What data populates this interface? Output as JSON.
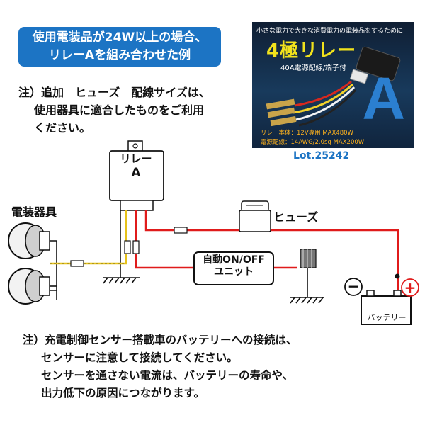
{
  "banner": {
    "line1": "使用電装品が24W以上の場合、",
    "line2": "リレーAを組み合わせた例"
  },
  "note_top": {
    "line1": "注）追加　ヒューズ　配線サイズは、",
    "line2": "使用器具に適合したものをご利用",
    "line3": "ください。"
  },
  "product": {
    "tagline": "小さな電力で大きな消費電力の電装品をするために",
    "title": "4極リレー",
    "subtitle": "40A電源配線/端子付",
    "big_letter": "A",
    "spec1": "リレー本体：12V専用 MAX480W",
    "spec2": "電源配線：14AWG/2.0sq MAX200W",
    "lot": "Lot.25242"
  },
  "diagram": {
    "device_label": "電装器具",
    "relay_label_line1": "リレー",
    "relay_label_line2": "A",
    "fuse_label": "ヒューズ",
    "unit_line1": "自動ON/OFF",
    "unit_line2": "ユニット",
    "battery_label": "バッテリー",
    "minus_symbol": "−",
    "plus_symbol": "+"
  },
  "note_bottom": {
    "line1": "注）充電制御センサー搭載車のバッテリーへの接続は、",
    "line2": "センサーに注意して接続してください。",
    "line3": "センサーを通さない電流は、バッテリーの寿命や、",
    "line4": "出力低下の原因につながります。"
  },
  "colors": {
    "banner_bg": "#1c74c4",
    "wire_red": "#e01b1b",
    "wire_yellow": "#e6c21a",
    "wire_black": "#111111",
    "plus_red": "#e01b1b"
  }
}
